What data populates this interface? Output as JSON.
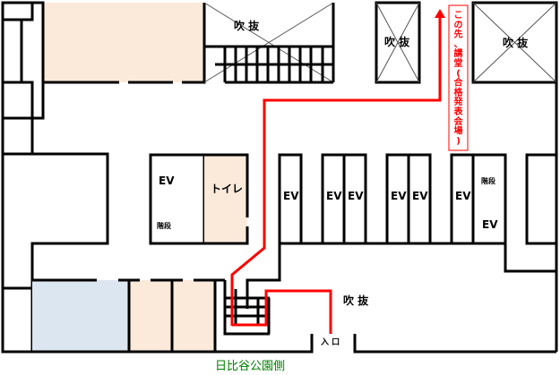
{
  "labels": {
    "atrium": "吹 抜",
    "ev": "EV",
    "toilet": "トイレ",
    "stairs": "階段",
    "entrance": "入 口",
    "park_side": "日比谷公園側",
    "direction_note": [
      "こ",
      "の",
      "先",
      "、",
      "講",
      "堂",
      "(",
      "合",
      "格",
      "発",
      "表",
      "会",
      "場",
      ")"
    ]
  },
  "colors": {
    "route": "#ff0000",
    "ev_red": "#ff0000",
    "ev_yellow": "#ffff00",
    "ev_blue": "#daeef3",
    "room_peach": "#fbe9da",
    "room_gray": "#d9d9d9",
    "room_blue": "#dce6f1",
    "park_label": "#008000"
  }
}
